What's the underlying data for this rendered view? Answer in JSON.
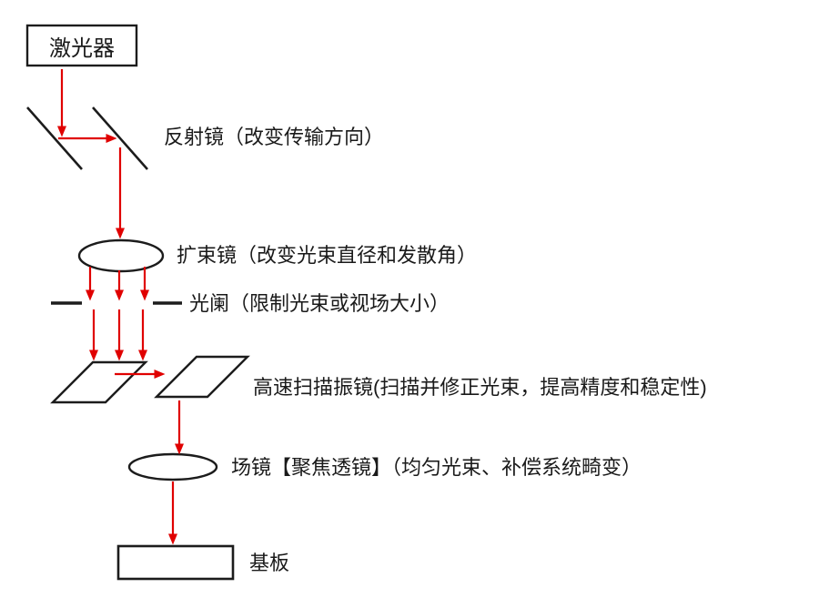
{
  "colors": {
    "arrow": "#e00000",
    "shape": "#1c1c1c",
    "text": "#1a1a1a",
    "background": "#ffffff"
  },
  "nodes": {
    "laser": {
      "label": "激光器",
      "shape": "rectangle"
    },
    "mirrors": {
      "label": "反射镜（改变传输方向）",
      "shape": "two-diagonal-lines"
    },
    "beam_expander": {
      "label": "扩束镜（改变光束直径和发散角）",
      "shape": "ellipse-lens"
    },
    "aperture": {
      "label": "光阑（限制光束或视场大小）",
      "shape": "slit-gap"
    },
    "galvo_scanner": {
      "label": "高速扫描振镜(扫描并修正光束，提高精度和稳定性)",
      "shape": "two-parallelograms"
    },
    "field_lens": {
      "label": "场镜【聚焦透镜】（均匀光束、补偿系统畸变）",
      "shape": "ellipse-lens"
    },
    "substrate": {
      "label": "基板",
      "shape": "rectangle"
    }
  },
  "flow_order": [
    "激光器",
    "反射镜",
    "扩束镜",
    "光阑",
    "高速扫描振镜",
    "场镜",
    "基板"
  ]
}
